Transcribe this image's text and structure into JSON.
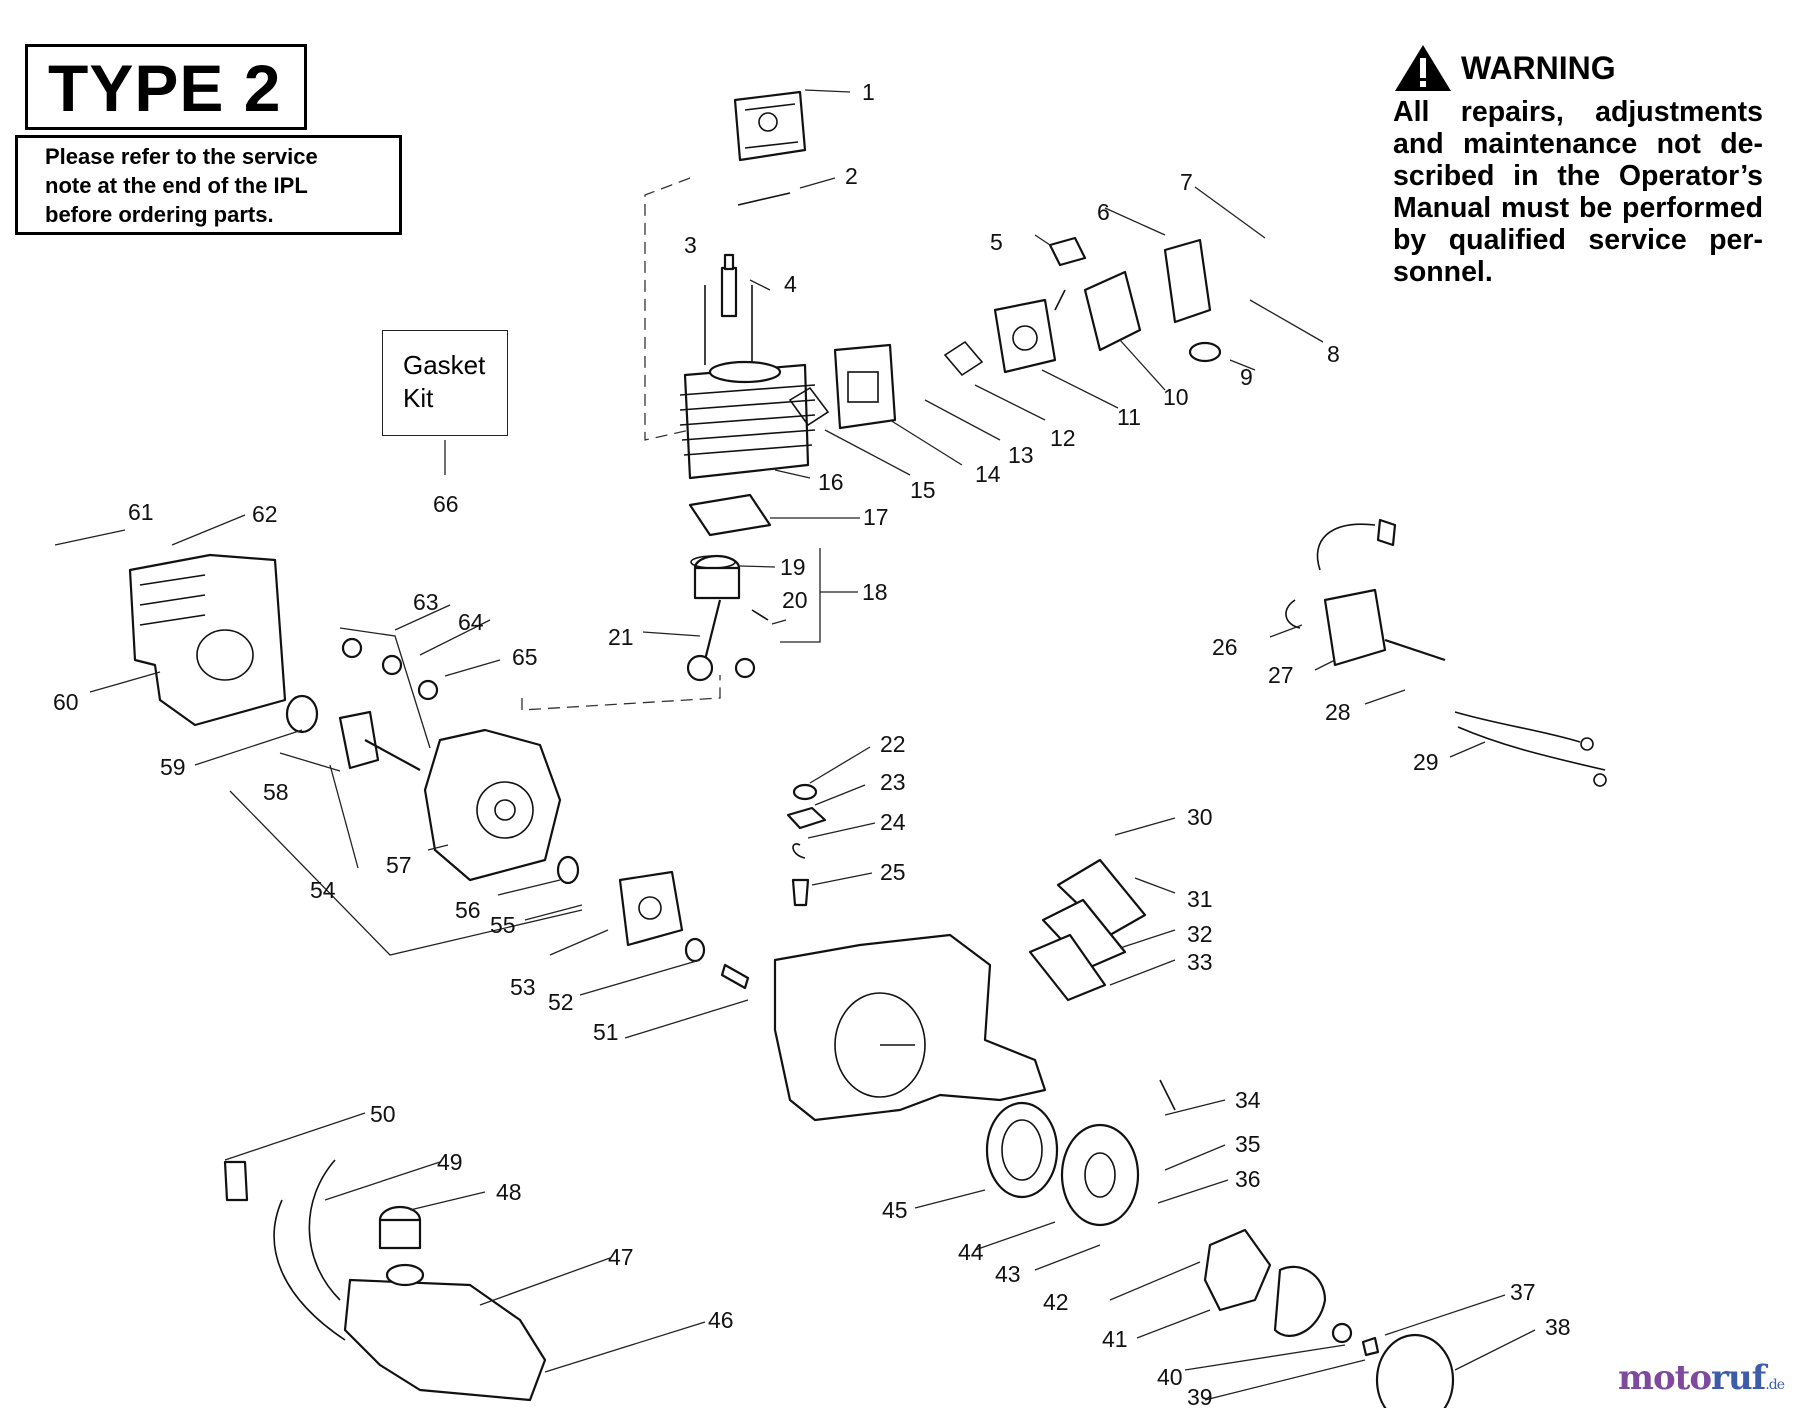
{
  "type_label": "TYPE 2",
  "note": {
    "lines": [
      "Please  refer  to the service",
      "note  at the end of the IPL",
      "before ordering  parts."
    ]
  },
  "warning": {
    "title": "WARNING",
    "lines": [
      "All  repairs,  adjustments",
      "and  maintenance  not  de-",
      "scribed  in  the  Operator’s",
      "Manual must be performed",
      "by qualified  service per-",
      "sonnel."
    ]
  },
  "gasket_kit": {
    "line1": "Gasket",
    "line2": "Kit"
  },
  "callouts": [
    "1",
    "2",
    "3",
    "4",
    "5",
    "6",
    "7",
    "8",
    "9",
    "10",
    "11",
    "12",
    "13",
    "14",
    "15",
    "16",
    "17",
    "18",
    "19",
    "20",
    "21",
    "22",
    "23",
    "24",
    "25",
    "26",
    "27",
    "28",
    "29",
    "30",
    "31",
    "32",
    "33",
    "34",
    "35",
    "36",
    "37",
    "38",
    "39",
    "40",
    "41",
    "42",
    "43",
    "44",
    "45",
    "46",
    "47",
    "48",
    "49",
    "50",
    "51",
    "52",
    "53",
    "54",
    "55",
    "56",
    "57",
    "58",
    "59",
    "60",
    "61",
    "62",
    "63",
    "64",
    "65",
    "66"
  ],
  "watermark": {
    "brand_a": "moto",
    "brand_b": "ruf",
    "suffix": ".de"
  }
}
